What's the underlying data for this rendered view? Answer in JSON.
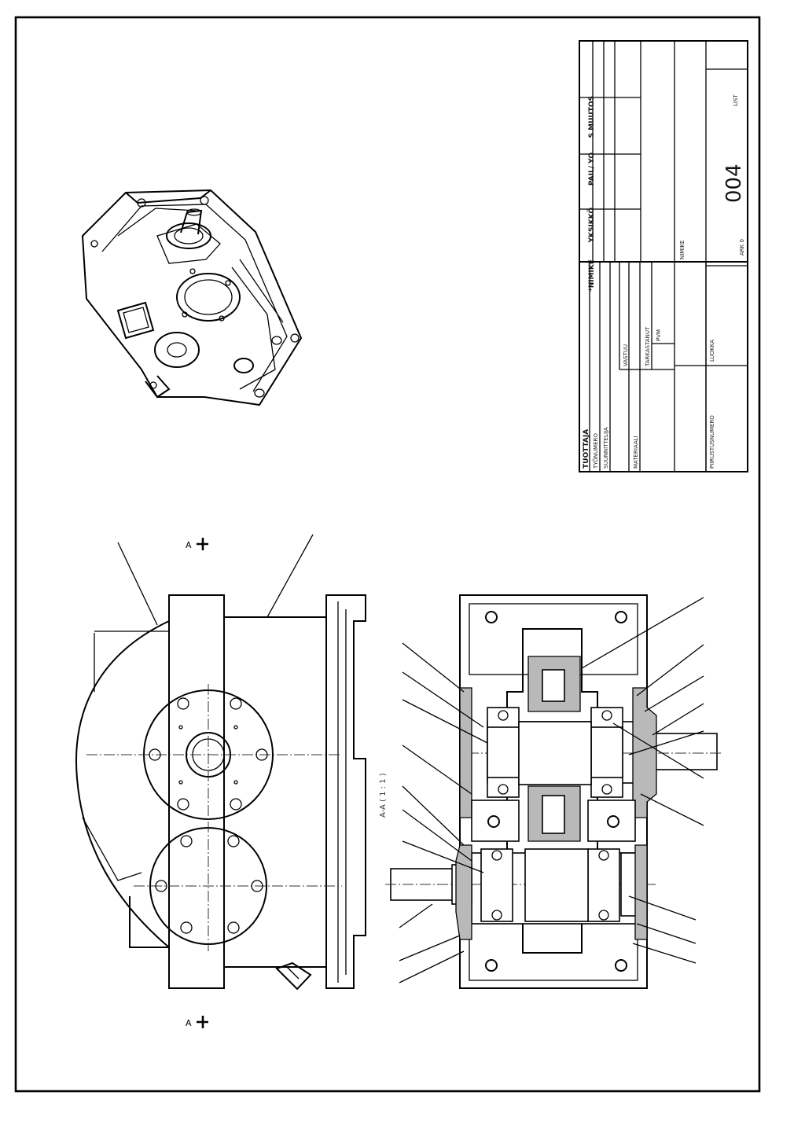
{
  "title_block": {
    "revision_labels": [
      "S MUUTOS",
      "PAIL/ YO",
      "YKSIKKÖ",
      "*NIMIKE"
    ],
    "fields": [
      "TUOTTAJA",
      "TYÖNUMERO",
      "SUUNNITTELIJA",
      "MATERIAALI",
      "VASTUU",
      "TARKASTANUT",
      "PVM",
      "NIMIKE",
      "PIIRUSTUSNUMERO",
      "LUOKKA"
    ],
    "drawing_number": "004",
    "sheet_label": "LIST",
    "scale_label": "ARK 0"
  },
  "views": {
    "section_marker": "A",
    "section_label": "A-A ( 1 : 1 )"
  }
}
